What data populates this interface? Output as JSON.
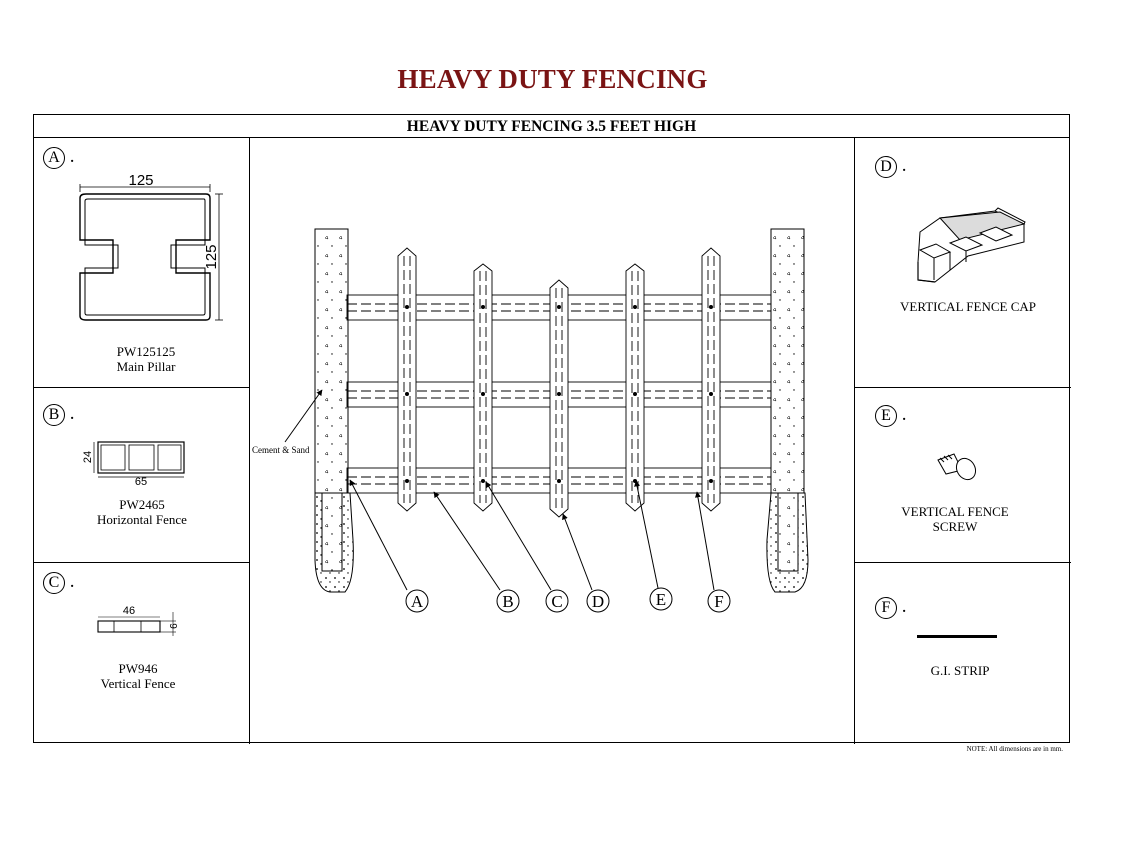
{
  "title": "HEAVY DUTY FENCING",
  "subtitle": "HEAVY DUTY FENCING 3.5 FEET HIGH",
  "parts": [
    {
      "letter": "A",
      "code": "PW125125",
      "name": "Main Pillar",
      "dims": [
        "125",
        "125"
      ]
    },
    {
      "letter": "B",
      "code": "PW2465",
      "name": "Horizontal Fence",
      "dims": [
        "24",
        "65"
      ]
    },
    {
      "letter": "C",
      "code": "PW946",
      "name": "Vertical Fence",
      "dims": [
        "46",
        "9"
      ]
    },
    {
      "letter": "D",
      "name": "VERTICAL FENCE CAP"
    },
    {
      "letter": "E",
      "name_line1": "VERTICAL FENCE",
      "name_line2": "SCREW"
    },
    {
      "letter": "F",
      "name": "G.I. STRIP"
    }
  ],
  "drawing": {
    "cement_label": "Cement & Sand",
    "callouts": [
      "A",
      "B",
      "C",
      "D",
      "E",
      "F"
    ]
  },
  "note": "NOTE: All dimensions are in mm."
}
